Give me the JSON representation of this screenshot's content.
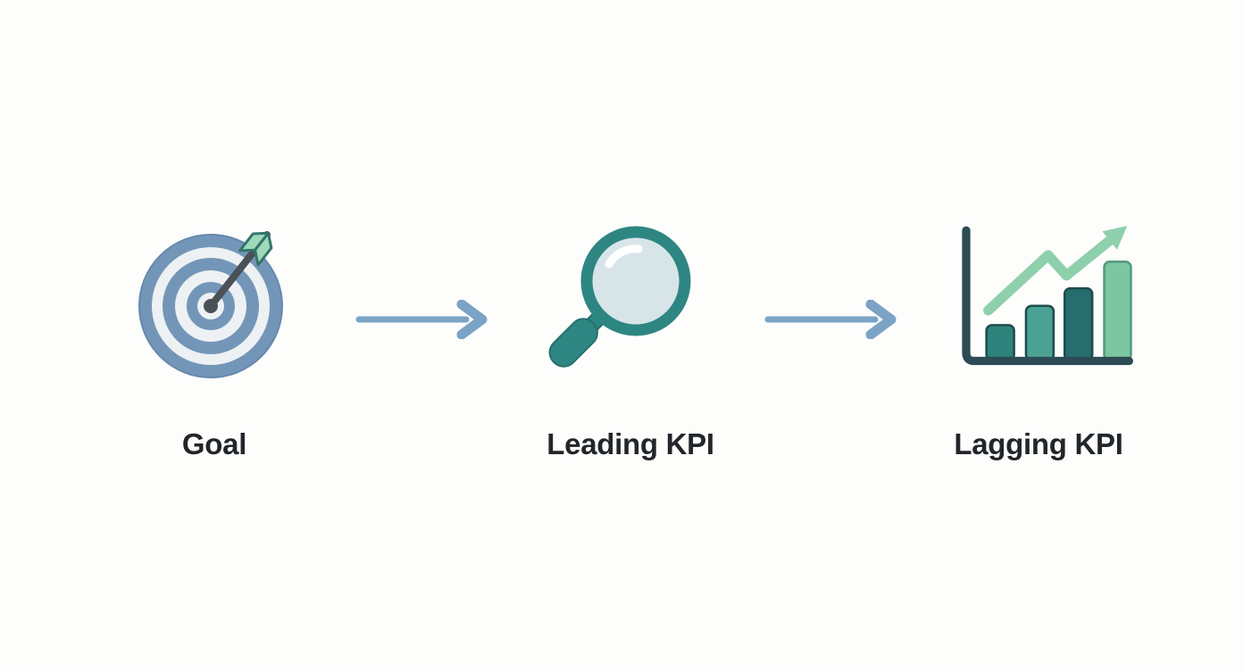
{
  "diagram": {
    "steps": [
      {
        "label": "Goal",
        "icon": "target-icon"
      },
      {
        "label": "Leading KPI",
        "icon": "magnifying-glass-icon"
      },
      {
        "label": "Lagging KPI",
        "icon": "bar-chart-icon"
      }
    ],
    "connector_icon": "arrow-right-icon"
  },
  "colors": {
    "background": "#fdfdfc",
    "label_text": "#22262a",
    "ring_blue": "#7396b8",
    "ring_blue_edge": "#6589ac",
    "ring_light": "#edf1f3",
    "arrow_shaft_gray": "#4a5157",
    "fletching_fill": "#9ed9ba",
    "fletching_stroke": "#35756b",
    "connector_blue": "#7ba3c6",
    "magnifier_teal": "#2e8682",
    "magnifier_edge": "#23706d",
    "glass_fill": "#d7e5e9",
    "glass_highlight": "#ffffff",
    "axis_dark": "#2c4b55",
    "bar_teal_1": "#2d837b",
    "bar_teal_2": "#4aa295",
    "bar_teal_3": "#256e6d",
    "bar_outline": "#1f4d4d",
    "bar_green": "#7cc6a2",
    "bar_green_outline": "#55997e",
    "trend_green": "#8fd0ac"
  }
}
